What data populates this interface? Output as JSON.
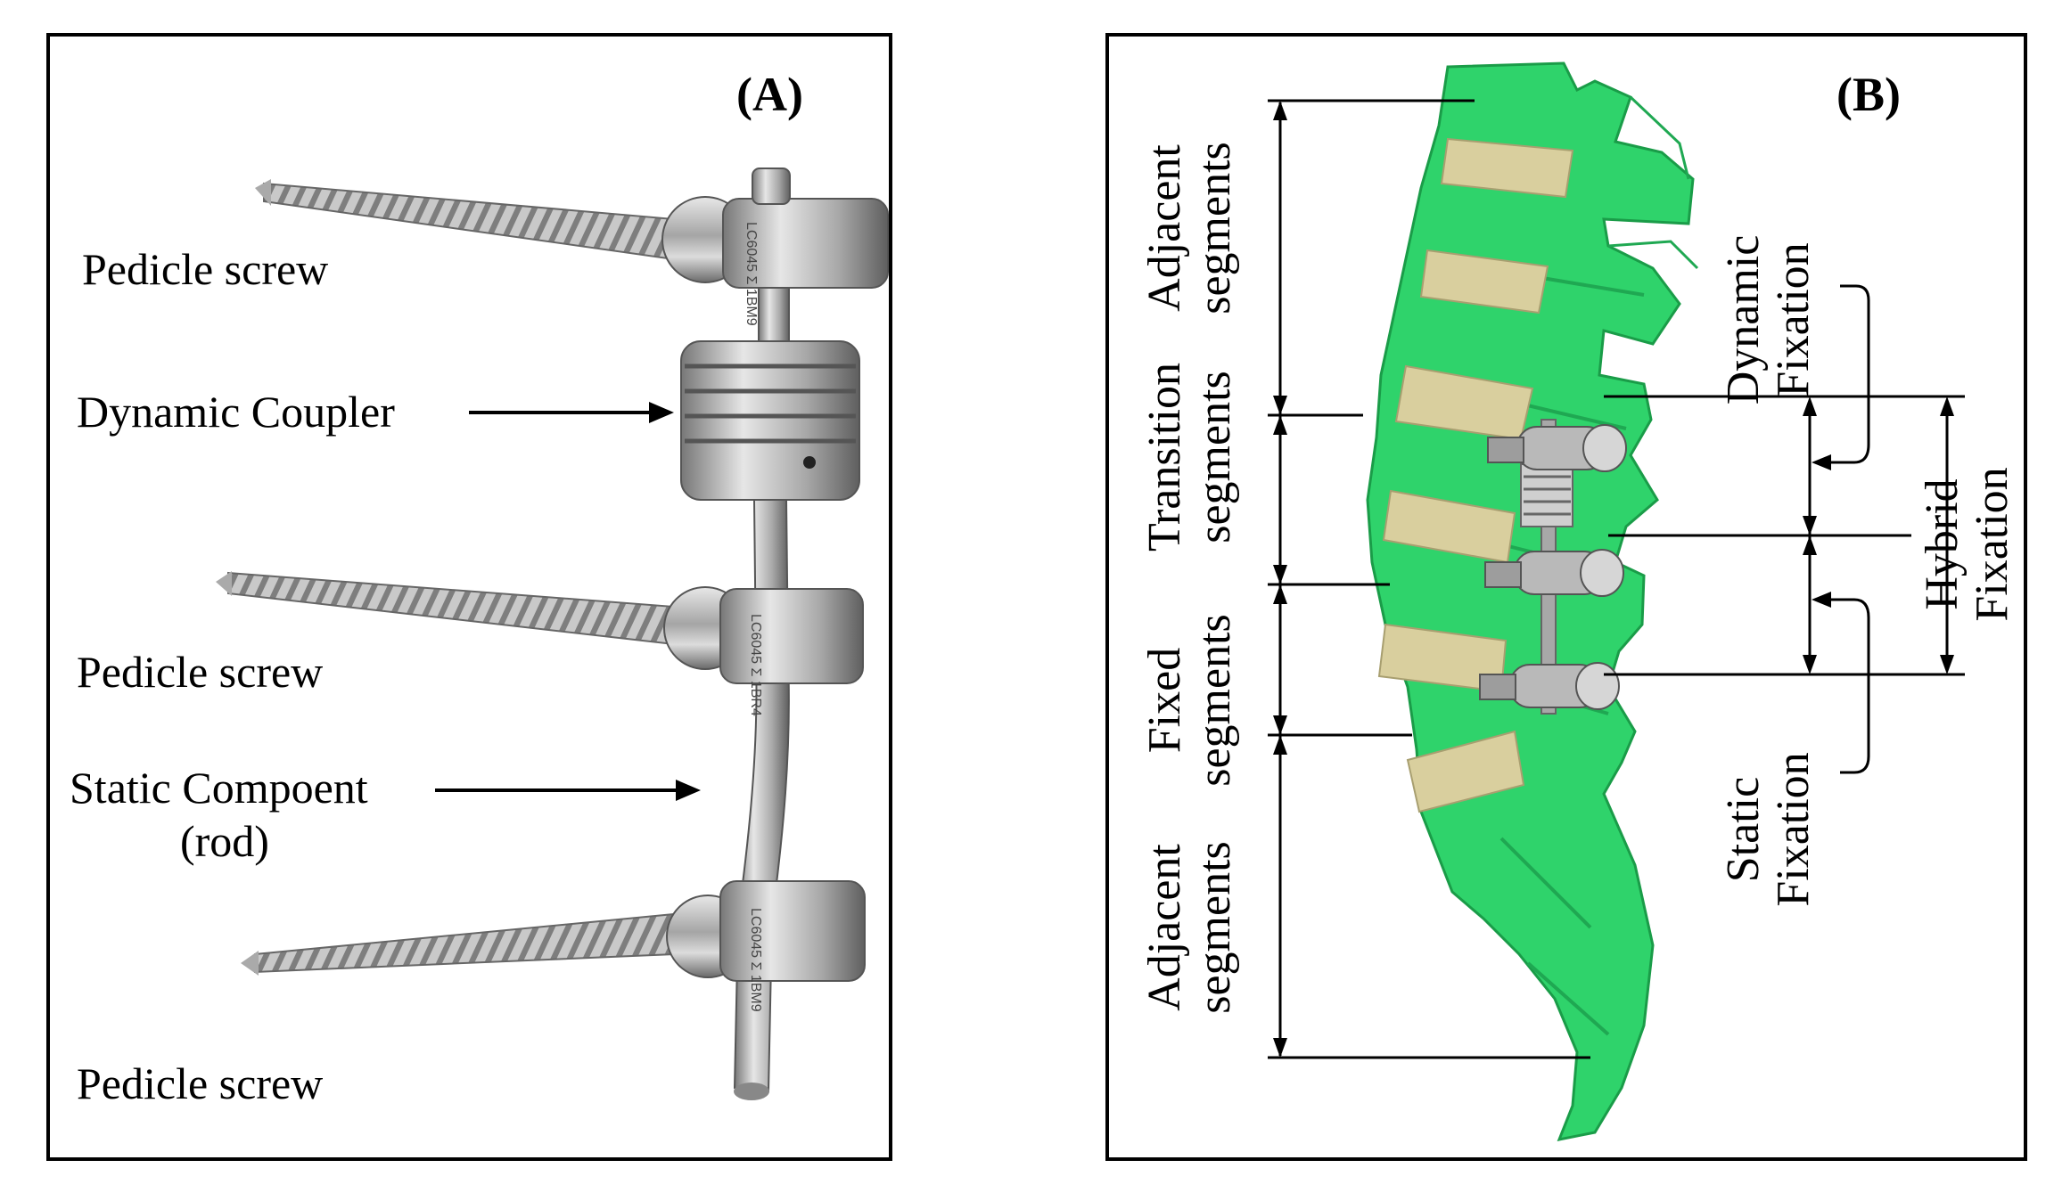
{
  "panel_a": {
    "tag": "(A)",
    "labels": {
      "screw_top": "Pedicle screw",
      "coupler": "Dynamic Coupler",
      "screw_mid": "Pedicle screw",
      "static_line1": "Static Compoent",
      "static_line2": "(rod)",
      "screw_bottom": "Pedicle screw"
    },
    "engravings": [
      "LC6045",
      "Σ 1BM9",
      "LC6045",
      "Σ 1BR4",
      "LC6045",
      "Σ 1BM9"
    ]
  },
  "panel_b": {
    "tag": "(B)",
    "labels": {
      "adjacent_top_1": "Adjacent",
      "adjacent_top_2": "segments",
      "transition_1": "Transition",
      "transition_2": "segments",
      "fixed_1": "Fixed",
      "fixed_2": "segments",
      "adjacent_bottom_1": "Adjacent",
      "adjacent_bottom_2": "segments",
      "dynamic_1": "Dynamic",
      "dynamic_2": "Fixation",
      "hybrid_1": "Hybrid",
      "hybrid_2": "Fixation",
      "static_1": "Static",
      "static_2": "Fixation"
    }
  },
  "colors": {
    "bone": "#2fd36b",
    "bone_dark": "#22b354",
    "disc": "#d9cf9e",
    "metal": "#b9b9b9",
    "metal_dark": "#6f6f6f",
    "border": "#000000"
  }
}
